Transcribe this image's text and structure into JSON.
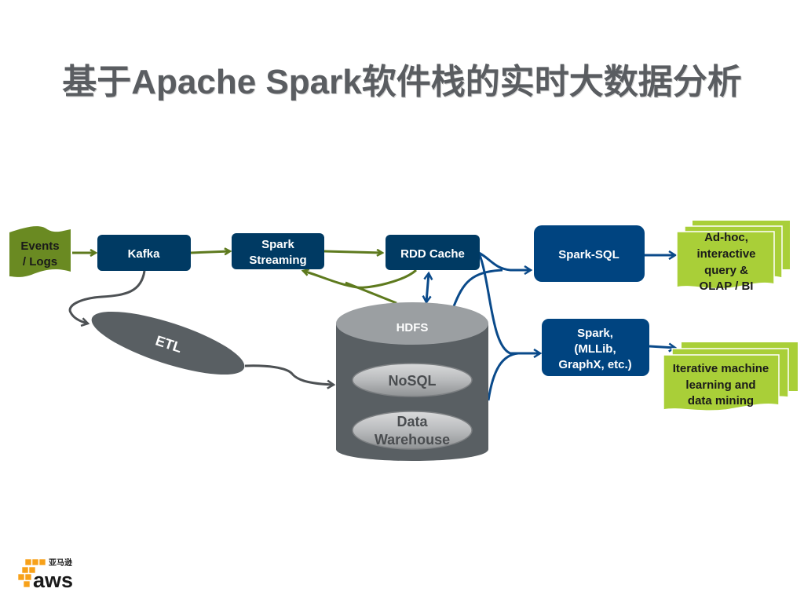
{
  "title": "基于Apache  Spark软件栈的实时大数据分析",
  "colors": {
    "navy": "#003a63",
    "blue": "#004480",
    "olive_green": "#6a8a22",
    "lime_green": "#a9cf38",
    "dark_gray": "#595f63",
    "hdfs_top": "#9b9fa2",
    "arrow_green": "#5e7a1e",
    "arrow_blue": "#0a4a8a",
    "arrow_gray": "#4d5154",
    "aws_orange": "#f7a11a"
  },
  "nodes": {
    "events": {
      "line1": "Events",
      "line2": "/ Logs"
    },
    "kafka": {
      "label": "Kafka"
    },
    "spark_streaming": {
      "line1": "Spark",
      "line2": "Streaming"
    },
    "rdd_cache": {
      "label": "RDD Cache"
    },
    "spark_sql": {
      "label": "Spark-SQL"
    },
    "spark_ml": {
      "line1": "Spark,",
      "line2": "(MLLib,",
      "line3": "GraphX, etc.)"
    },
    "etl": {
      "label": "ETL"
    },
    "hdfs": {
      "label": "HDFS",
      "nosql": "NoSQL",
      "dw_line1": "Data",
      "dw_line2": "Warehouse"
    },
    "adhoc": {
      "line1": "Ad-hoc,",
      "line2": "interactive",
      "line3": "query &",
      "line4": "OLAP / BI"
    },
    "ml_output": {
      "line1": "Iterative machine",
      "line2": "learning and",
      "line3": "data mining"
    }
  },
  "logo": {
    "brand": "aws",
    "cn_text": "亚马逊"
  }
}
